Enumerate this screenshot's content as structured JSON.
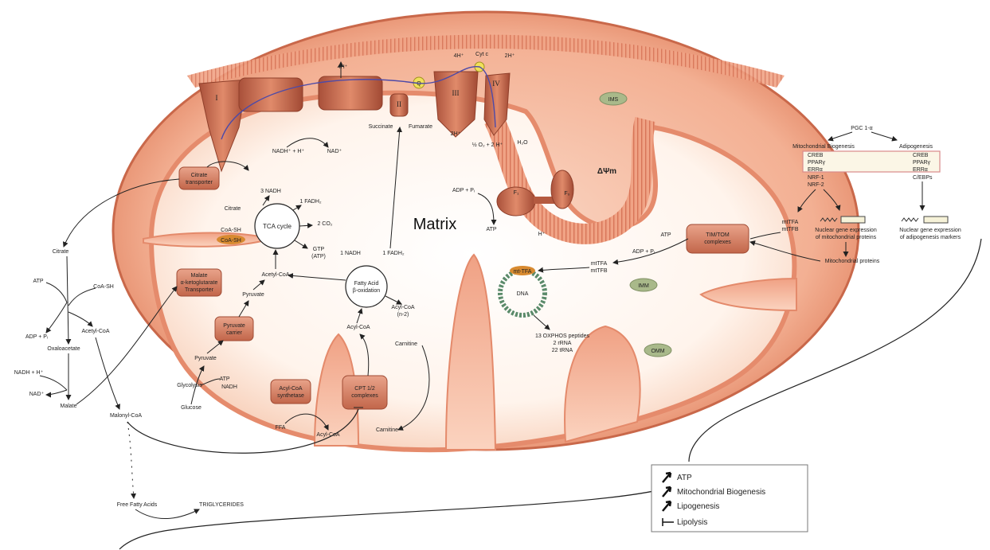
{
  "matrix_label": "Matrix",
  "potential_label": "ΔΨm",
  "membrane_labels": {
    "ims": "IMS",
    "imm": "IMM",
    "omm": "OMM"
  },
  "complexes": {
    "c1": "I",
    "c2": "II",
    "c3": "III",
    "c4": "IV",
    "q": "Q",
    "cytc": "Cyt c",
    "f0": "F₀",
    "f1": "F₁"
  },
  "etc": {
    "h4_1": "4H⁺",
    "h4_2": "4H⁺",
    "h2_top": "2H⁺",
    "h2_bottom": "2H⁺",
    "nadh_h": "NADH⁺ + H⁺",
    "nad": "NAD⁺",
    "succinate": "Succinate",
    "fumarate": "Fumarate",
    "o2": "½ O₂ + 2 H⁺",
    "h2o": "H₂O",
    "adp_pi": "ADP + Pᵢ",
    "atp": "ATP",
    "h_plus": "H⁺"
  },
  "tca": {
    "cycle_label": "TCA cycle",
    "nadh3": "3 NADH",
    "fadh2": "1 FADH₂",
    "co2": "2 CO₂",
    "gtp": "GTP",
    "gtp_sub": "(ATP)",
    "citrate": "Citrate",
    "coa_sh1": "CoA-SH",
    "coa_sh2": "CoA-SH",
    "acetyl_coa": "Acetyl-CoA",
    "pyruvate": "Pyruvate"
  },
  "fatty_acid": {
    "cycle_label": "Fatty Acid",
    "cycle_sub": "β-oxidation",
    "nadh1": "1 NADH",
    "fadh1": "1 FADH₂",
    "acyl_coa_n2": "Acyl-CoA",
    "acyl_coa_n2_sub": "(n-2)",
    "acyl_coa": "Acyl-CoA",
    "carnitine": "Carnitine"
  },
  "transporters": {
    "citrate": [
      "Citrate",
      "transporter"
    ],
    "malate": [
      "Malate",
      "α-ketoglutarate",
      "Transporter"
    ],
    "pyruvate": [
      "Pyruvate",
      "carrier"
    ],
    "acyl_coa_syn": [
      "Acyl-CoA",
      "synthetase"
    ],
    "cpt": [
      "CPT 1/2",
      "complexes"
    ],
    "tim_tom": [
      "TIM/TOM",
      "complexes"
    ]
  },
  "cytosol": {
    "citrate": "Citrate",
    "atp": "ATP",
    "coa_sh": "CoA-SH",
    "adp_pi": "ADP + Pᵢ",
    "acetyl_coa": "Acetyl-CoA",
    "oxaloacetate": "Oxaloacetate",
    "nadh_h": "NADH + H⁺",
    "nad": "NAD⁺",
    "malate": "Malate",
    "malonyl_coa": "Malonyl-CoA",
    "free_fatty_acids": "Free Fatty Acids",
    "triglycerides": "TRIGLYCERIDES",
    "pyruvate": "Pyruvate",
    "glycolysis": "Glycolysis",
    "atp2": "ATP",
    "nadh": "NADH",
    "glucose": "Glucose",
    "ffa": "FFA",
    "acyl_coa": "Acyl-CoA",
    "carnitine": "Carnitine"
  },
  "dna_section": {
    "mttfa_tag": "mt-TFA",
    "dna": "DNA",
    "mttfa": "mtTFA",
    "mttfb": "mtTFB",
    "products": [
      "13 OXPHOS peptides",
      "2 rRNA",
      "22 tRNA"
    ],
    "atp": "ATP",
    "adp_pi": "ADP + Pᵢ"
  },
  "pgc": {
    "title": "PGC 1-α",
    "mito_heading": "Mitochondrial Biogenesis",
    "adipo_heading": "Adipogenesis",
    "mito_factors": [
      "CREB",
      "PPARγ",
      "ERRα",
      "NRF-1",
      "NRF-2"
    ],
    "adipo_factors": [
      "CREB",
      "PPARγ",
      "ERRα",
      "C/EBPs"
    ],
    "mttfa": "mtTFA",
    "mttfb": "mtTFB",
    "nuclear_mito": [
      "Nuclear gene expression",
      "of mitochondrial proteins"
    ],
    "nuclear_adipo": [
      "Nuclear gene expression",
      "of adipogenesis markers"
    ],
    "mito_proteins": "Mitochondrial proteins"
  },
  "legend": {
    "items": [
      "ATP",
      "Mitochondrial Biogenesis",
      "Lipogenesis",
      "Lipolysis"
    ]
  },
  "colors": {
    "outer_membrane": "#e07a5f",
    "ims": "#f4c2a8",
    "matrix": "#fff3ea",
    "cristae": "#f2a98a",
    "protein": "#c96a4a",
    "ovals": "#a9b98a"
  }
}
